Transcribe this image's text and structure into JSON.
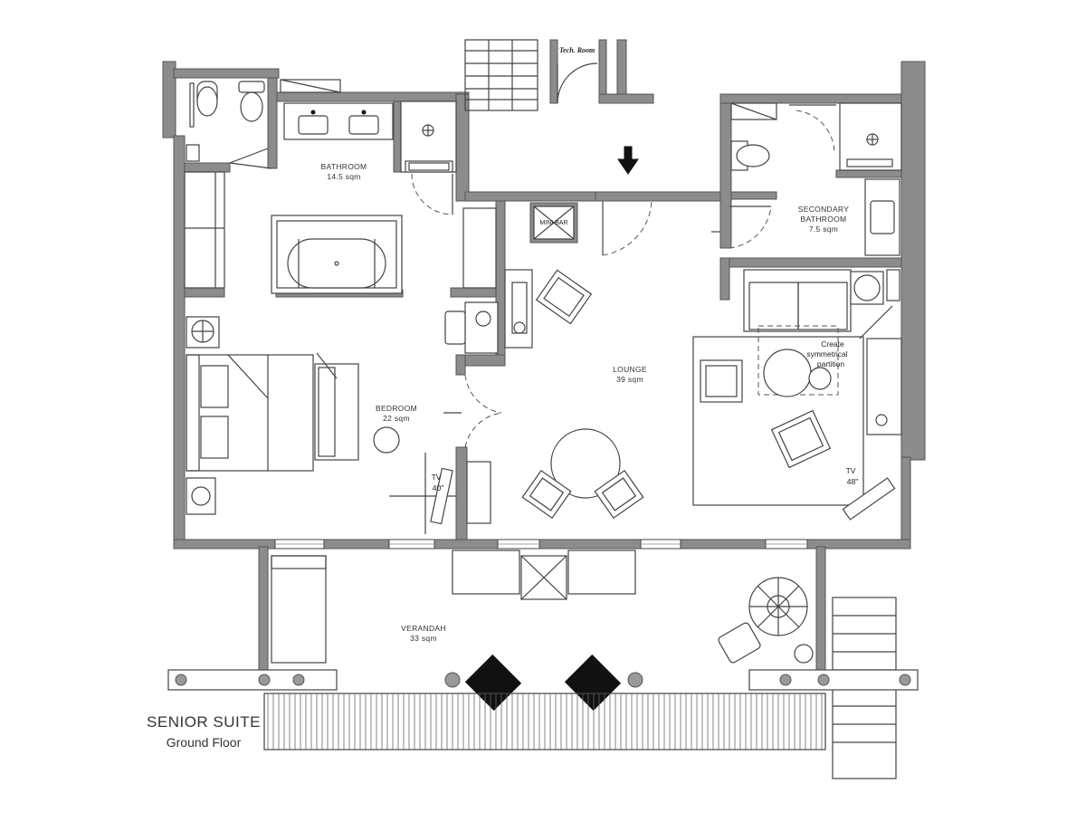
{
  "rooms": {
    "bathroom": {
      "name": "BATHROOM",
      "area": "14.5 sqm"
    },
    "secondary_bathroom": {
      "name_line1": "SECONDARY",
      "name_line2": "BATHROOM",
      "area": "7.5 sqm"
    },
    "bedroom": {
      "name": "BEDROOM",
      "area": "22 sqm"
    },
    "lounge": {
      "name": "LOUNGE",
      "area": "39 sqm"
    },
    "verandah": {
      "name": "VERANDAH",
      "area": "33 sqm"
    }
  },
  "labels": {
    "tech_room": "Tech. Room",
    "minibar": "MINI BAR",
    "tv_bedroom_line1": "TV",
    "tv_bedroom_line2": "40\"",
    "tv_lounge_line1": "TV",
    "tv_lounge_line2": "48\"",
    "partition_note_line1": "Create",
    "partition_note_line2": "symmetrical",
    "partition_note_line3": "partition"
  },
  "title": {
    "line1": "SENIOR SUITE",
    "line2": "Ground Floor"
  }
}
